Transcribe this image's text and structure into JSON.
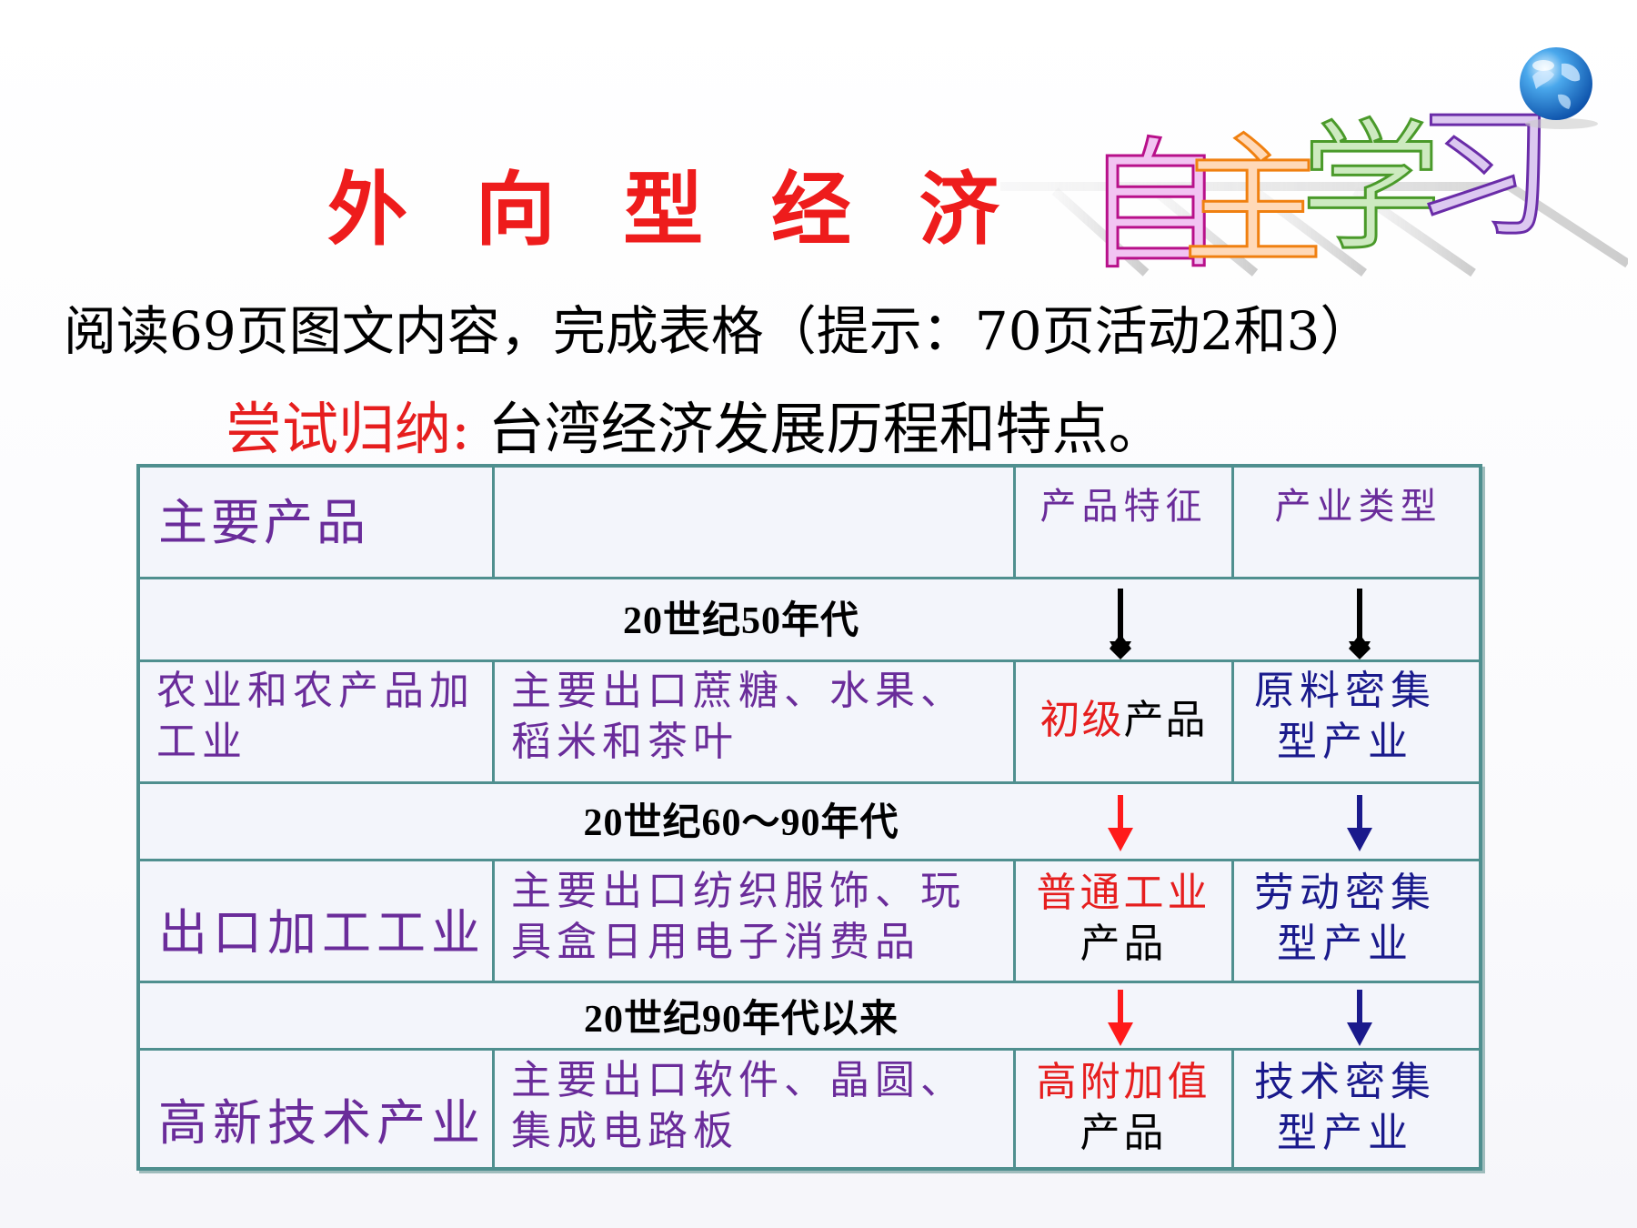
{
  "slide": {
    "title": "外 向 型 经 济",
    "badge_text": "自主学习",
    "instruction": "阅读69页图文内容，完成表格（提示：70页活动2和3）",
    "summary_lead": "尝试归纳:",
    "summary_rest": "台湾经济发展历程和特点。"
  },
  "table": {
    "headers": {
      "col1": "主要产品",
      "col2": "",
      "col3": "产品特征",
      "col4": "产业类型"
    },
    "eras": [
      "20世纪50年代",
      "20世纪60～90年代",
      "20世纪90年代以来"
    ],
    "rows": [
      {
        "industry": "农业和农产品加工业",
        "products": "主要出口蔗糖、水果、稻米和茶叶",
        "feature_highlight": "初级",
        "feature_rest": "产品",
        "type": "原料密集型产业"
      },
      {
        "industry": "出口加工工业",
        "products": "主要出口纺织服饰、玩具盒日用电子消费品",
        "feature_highlight": "普通工业",
        "feature_rest": "产品",
        "type": "劳动密集型产业"
      },
      {
        "industry": "高新技术产业",
        "products": "主要出口软件、晶圆、集成电路板",
        "feature_highlight": "高附加值",
        "feature_rest": "产品",
        "type": "技术密集型产业"
      }
    ]
  },
  "colors": {
    "title_red": "#ee1c1c",
    "cell_purple": "#6a2c9a",
    "table_border": "#4f8f8f",
    "arrow_red": "#ff1a1a",
    "arrow_blue": "#1a1a8c",
    "arrow_black": "#000000"
  },
  "icons": {
    "globe": "globe-icon",
    "era1_arrows": "black-down-arrow",
    "era2_arrows": [
      "red-down-arrow",
      "blue-down-arrow"
    ],
    "era3_arrows": [
      "red-down-arrow",
      "blue-down-arrow"
    ]
  }
}
